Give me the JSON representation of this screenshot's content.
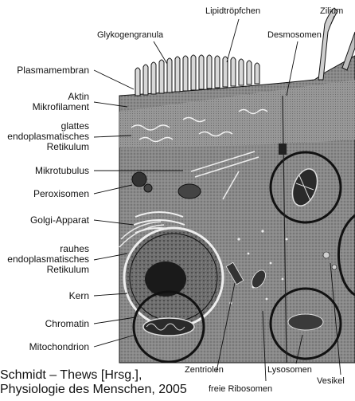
{
  "labels": {
    "lipid": "Lipidtröpfchen",
    "zilium": "Zilium",
    "glykogen": "Glykogengranula",
    "desmosomen": "Desmosomen",
    "plasmamembran": "Plasmamembran",
    "aktin_1": "Aktin",
    "aktin_2": "Mikrofilament",
    "ger_1": "glattes",
    "ger_2": "endoplasmatisches",
    "ger_3": "Retikulum",
    "mikrotubulus": "Mikrotubulus",
    "peroxisomen": "Peroxisomen",
    "golgi": "Golgi-Apparat",
    "rer_1": "rauhes",
    "rer_2": "endoplasmatisches",
    "rer_3": "Retikulum",
    "kern": "Kern",
    "chromatin": "Chromatin",
    "mitochondrion": "Mitochondrion",
    "zentriolen": "Zentriolen",
    "lysosomen": "Lysosomen",
    "ribosomen": "freie Ribosomen",
    "vesikel": "Vesikel"
  },
  "citation": {
    "line1": "Schmidt – Thews [Hrsg.],",
    "line2": "Physiologie des Menschen, 2005"
  },
  "colors": {
    "cytoplasm": "#7a7a7a",
    "cytoplasm_dark": "#555555",
    "outline": "#111111",
    "highlight": "#ffffff"
  }
}
